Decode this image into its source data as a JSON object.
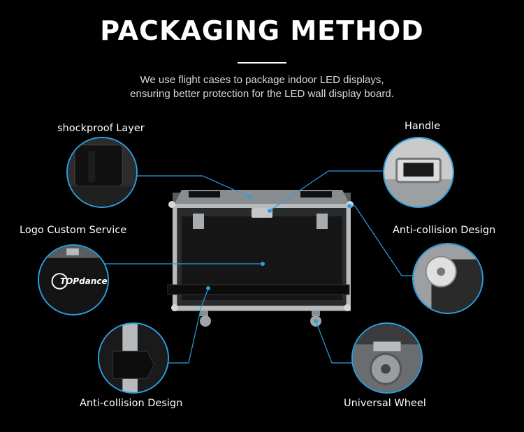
{
  "title": "PACKAGING METHOD",
  "subtitle_line1": "We use flight cases to package indoor LED displays,",
  "subtitle_line2": "ensuring better protection for the LED wall display board.",
  "features": {
    "shockproof": "shockproof Layer",
    "handle": "Handle",
    "logo": "Logo Custom Service",
    "anticollision_right": "Anti-collision Design",
    "anticollision_left": "Anti-collision Design",
    "wheel": "Universal Wheel"
  },
  "logo_text": "TOPdance",
  "colors": {
    "accent": "#2a9fe0",
    "background": "#000000"
  }
}
